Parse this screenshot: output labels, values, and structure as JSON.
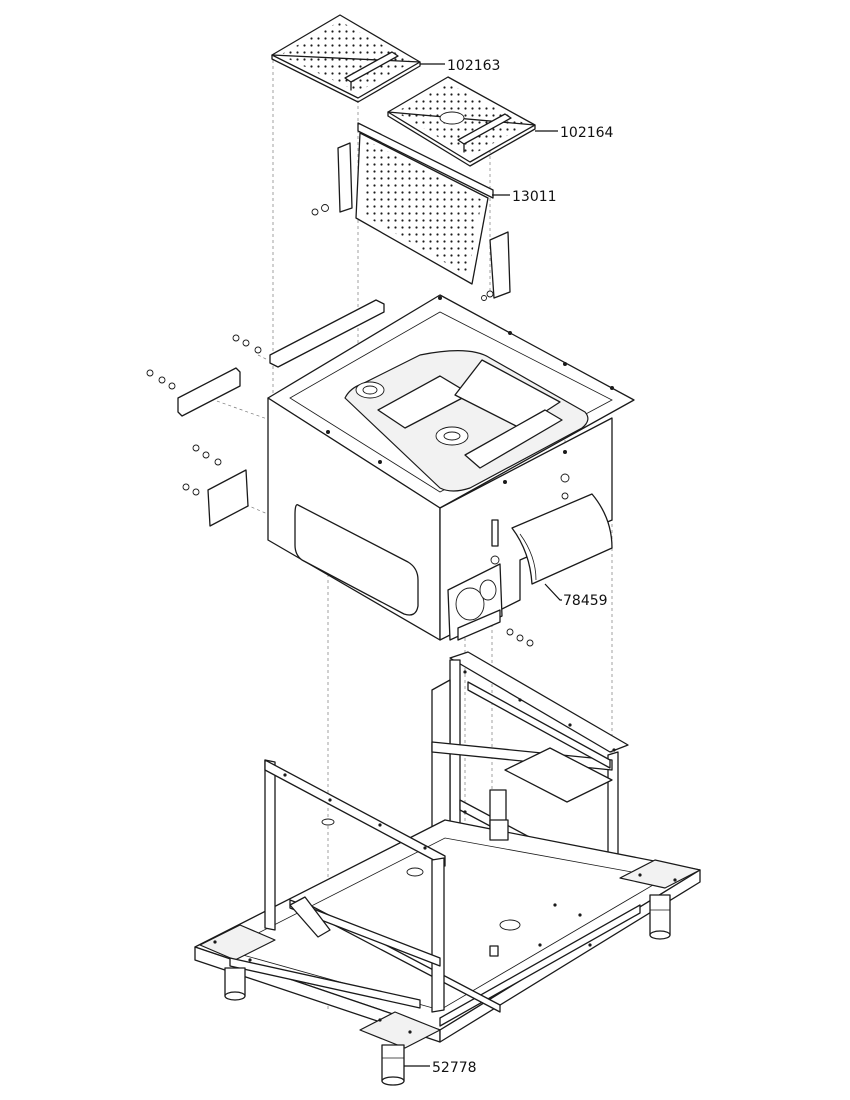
{
  "callouts": {
    "filter_pan_left": "102163",
    "filter_pan_right": "102164",
    "filter_screen": "13011",
    "heat_shield": "78459",
    "leg": "52778"
  },
  "colors": {
    "line": "#1a1a1a",
    "leader": "#111111",
    "background": "#ffffff"
  }
}
